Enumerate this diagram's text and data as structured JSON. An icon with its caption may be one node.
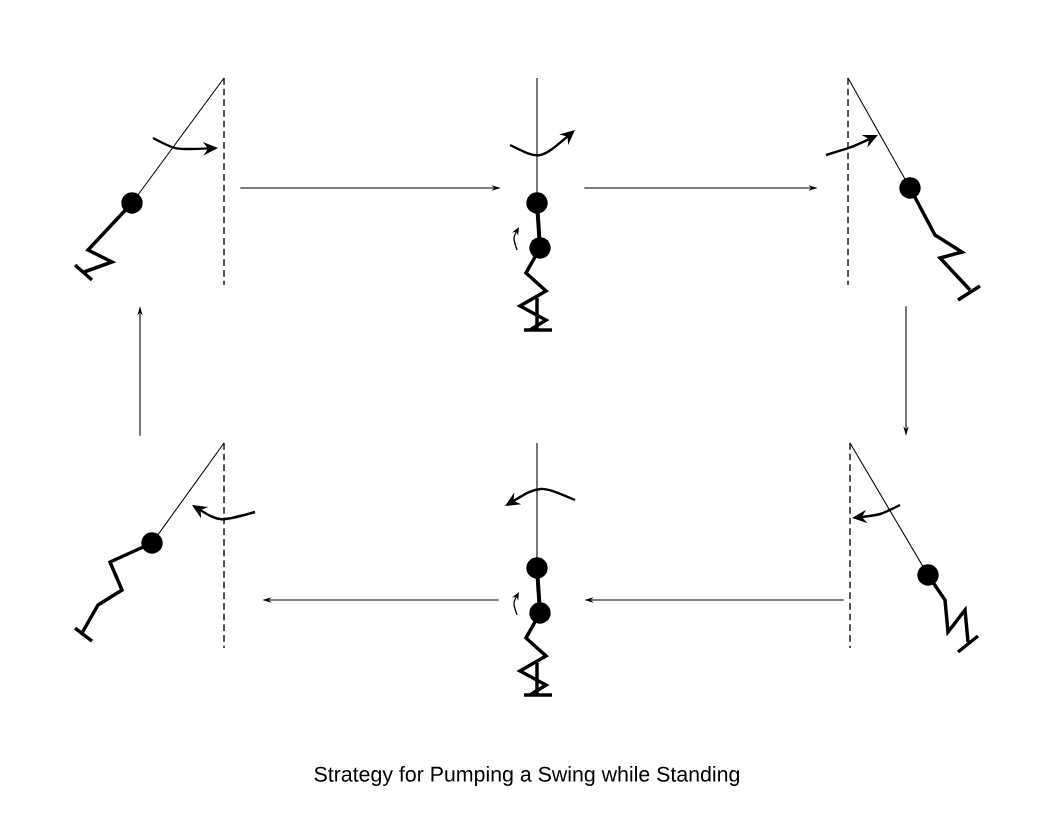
{
  "diagram": {
    "caption": "Strategy for Pumping a Swing while Standing",
    "nodes": [
      {
        "text": [],
        "shape": "picture"
      },
      {
        "text": [],
        "shape": "picture"
      },
      {
        "text": [],
        "shape": "picture"
      },
      {
        "text": [],
        "shape": "picture"
      },
      {
        "text": [],
        "shape": "picture"
      },
      {
        "text": [],
        "shape": "picture"
      }
    ],
    "edges": [
      {
        "from": 0,
        "to": 1,
        "arrow": "to"
      },
      {
        "from": 1,
        "to": 2,
        "arrow": "to"
      },
      {
        "from": 2,
        "to": 5,
        "arrow": "to"
      },
      {
        "from": 5,
        "to": 4,
        "arrow": "to"
      },
      {
        "from": 4,
        "to": 3,
        "arrow": "to"
      },
      {
        "from": 3,
        "to": 0,
        "arrow": "to"
      }
    ]
  }
}
